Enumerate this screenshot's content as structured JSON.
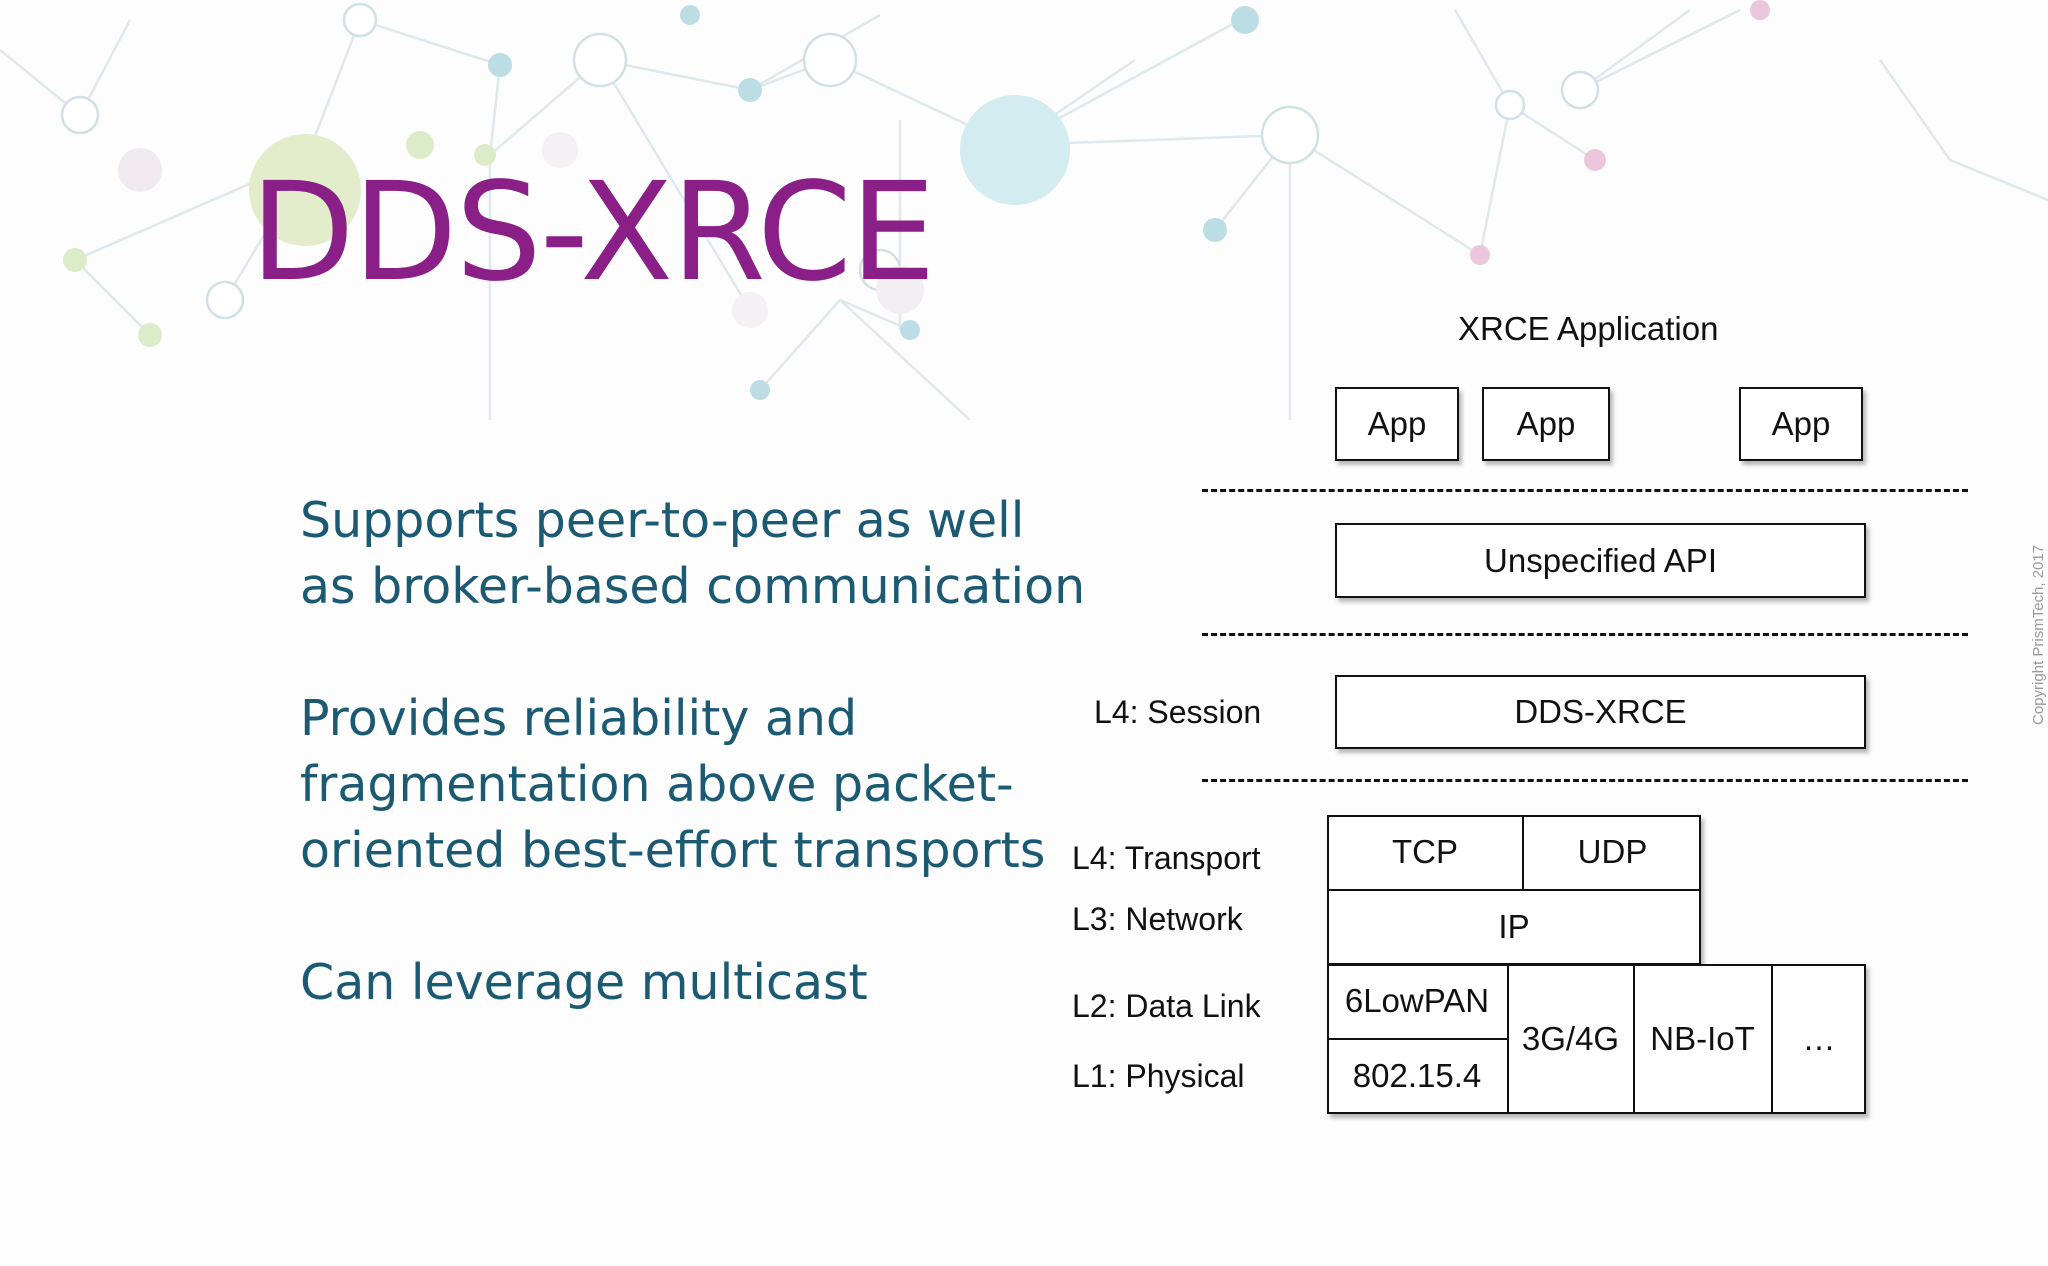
{
  "slide": {
    "title": "DDS-XRCE",
    "bullets": [
      "Supports peer-to-peer as well as broker-based communication",
      "Provides reliability and fragmentation above packet-oriented best-effort transports",
      "Can leverage multicast"
    ],
    "copyright": "Copyright PrismTech, 2017"
  },
  "diagram": {
    "application_label": "XRCE Application",
    "apps": [
      "App",
      "App",
      "App"
    ],
    "api_box": "Unspecified API",
    "session_label": "L4: Session",
    "session_box": "DDS-XRCE",
    "transport_label": "L4: Transport",
    "network_label": "L3: Network",
    "datalink_label": "L2: Data Link",
    "physical_label": "L1: Physical",
    "tcp": "TCP",
    "udp": "UDP",
    "ip": "IP",
    "lowpan": "6LowPAN",
    "ieee": "802.15.4",
    "cellular": "3G/4G",
    "nbiot": "NB-IoT",
    "more": "…"
  },
  "colors": {
    "title": "#8a1f87",
    "bullet_text": "#1b5a72",
    "diagram_line": "#111111"
  }
}
